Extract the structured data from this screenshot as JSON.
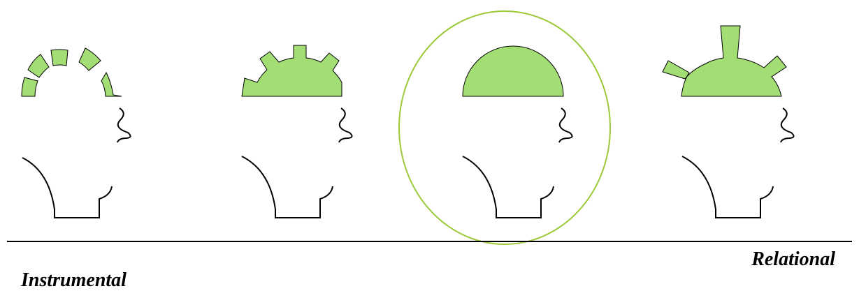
{
  "labels": {
    "left": "Instrumental",
    "right": "Relational"
  },
  "colors": {
    "head_fill": "#a3de75",
    "outline": "#000000",
    "highlight_ellipse": "#9cc93a"
  },
  "figures": [
    {
      "name": "figure-1",
      "top_style": "separated-pieces"
    },
    {
      "name": "figure-2",
      "top_style": "gear-dome"
    },
    {
      "name": "figure-3",
      "top_style": "plain-dome",
      "highlighted": true
    },
    {
      "name": "figure-4",
      "top_style": "spiked-dome"
    }
  ]
}
